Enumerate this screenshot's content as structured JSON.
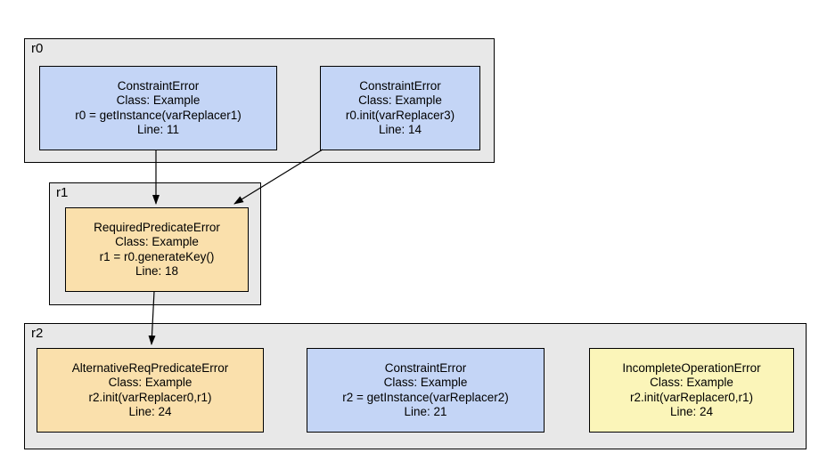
{
  "diagram": {
    "colors": {
      "blue_node": "#C4D5F6",
      "tan_node": "#FAE0AC",
      "yellow_node": "#FBF5B9",
      "group_fill": "#E8E8E8",
      "border": "#000000",
      "edge": "#000000"
    },
    "groups": [
      {
        "label": "r0",
        "nodes": [
          {
            "title": "ConstraintError",
            "class_line": "Class: Example",
            "statement": "r0 = getInstance(varReplacer1)",
            "line": "Line: 11"
          },
          {
            "title": "ConstraintError",
            "class_line": "Class: Example",
            "statement": "r0.init(varReplacer3)",
            "line": "Line: 14"
          }
        ]
      },
      {
        "label": "r1",
        "nodes": [
          {
            "title": "RequiredPredicateError",
            "class_line": "Class: Example",
            "statement": "r1 = r0.generateKey()",
            "line": "Line: 18"
          }
        ]
      },
      {
        "label": "r2",
        "nodes": [
          {
            "title": "AlternativeReqPredicateError",
            "class_line": "Class: Example",
            "statement": "r2.init(varReplacer0,r1)",
            "line": "Line: 24"
          },
          {
            "title": "ConstraintError",
            "class_line": "Class: Example",
            "statement": "r2 = getInstance(varReplacer2)",
            "line": "Line: 21"
          },
          {
            "title": "IncompleteOperationError",
            "class_line": "Class: Example",
            "statement": "r2.init(varReplacer0,r1)",
            "line": "Line: 24"
          }
        ]
      }
    ]
  }
}
